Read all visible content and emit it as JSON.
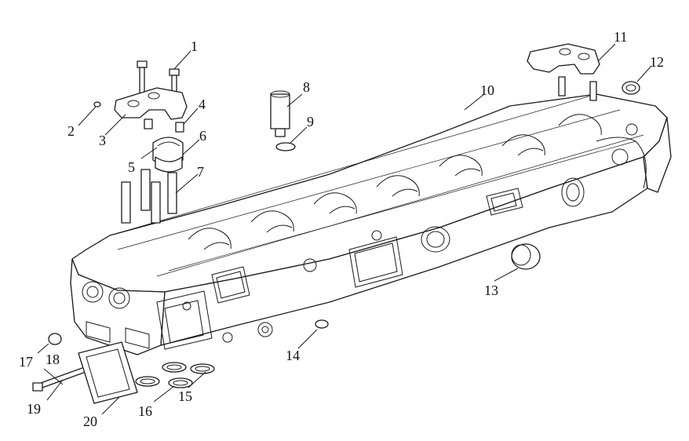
{
  "diagram": {
    "callouts": [
      {
        "label": "1"
      },
      {
        "label": "2"
      },
      {
        "label": "3"
      },
      {
        "label": "4"
      },
      {
        "label": "5"
      },
      {
        "label": "6"
      },
      {
        "label": "7"
      },
      {
        "label": "8"
      },
      {
        "label": "9"
      },
      {
        "label": "10"
      },
      {
        "label": "11"
      },
      {
        "label": "12"
      },
      {
        "label": "13"
      },
      {
        "label": "14"
      },
      {
        "label": "15"
      },
      {
        "label": "16"
      },
      {
        "label": "17"
      },
      {
        "label": "18"
      },
      {
        "label": "19"
      },
      {
        "label": "20"
      }
    ]
  }
}
